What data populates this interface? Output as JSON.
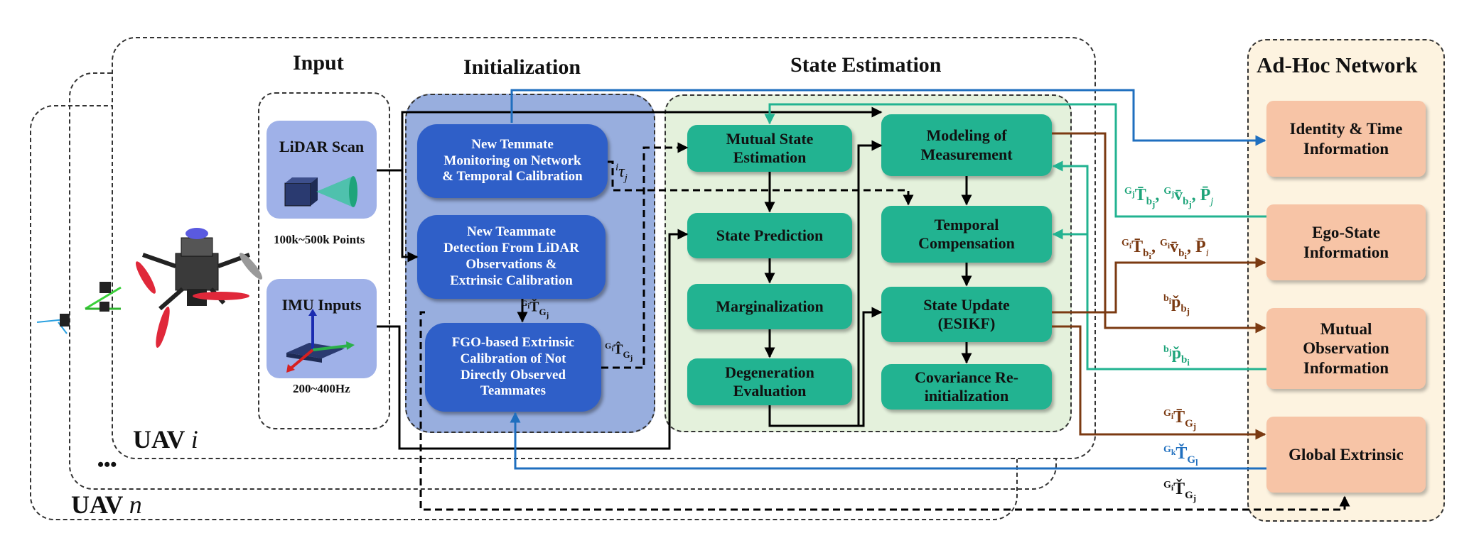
{
  "titles": {
    "input": "Input",
    "initialization": "Initialization",
    "state_estimation": "State Estimation",
    "adhoc": "Ad-Hoc Network"
  },
  "input": {
    "lidar_label": "LiDAR Scan",
    "lidar_caption": "100k~500k Points",
    "imu_label": "IMU Inputs",
    "imu_caption": "200~400Hz"
  },
  "init": {
    "box1": "New Temmate\nMonitoring on Network\n& Temporal Calibration",
    "box2": "New Teammate\nDetection From LiDAR\nObservations &\nExtrinsic Calibration",
    "box3": "FGO-based Extrinsic\nCalibration of Not\nDirectly Observed\nTeammates"
  },
  "state": {
    "mutual": "Mutual State\nEstimation",
    "prediction": "State Prediction",
    "marginalization": "Marginalization",
    "degeneration": "Degeneration\nEvaluation",
    "modeling": "Modeling of\nMeasurement",
    "temporal": "Temporal\nCompensation",
    "update": "State Update\n(ESIKF)",
    "covariance": "Covariance Re-\ninitialization"
  },
  "network": {
    "identity": "Identity & Time\nInformation",
    "ego": "Ego-State\nInformation",
    "mutual_obs": "Mutual\nObservation\nInformation",
    "global": "Global Extrinsic"
  },
  "uav": {
    "prefix_i": "UAV",
    "var_i": "i",
    "dots": "•••",
    "prefix_n": "UAV",
    "var_n": "n"
  },
  "colors": {
    "blue_box": "#2f5fc8",
    "init_bg": "#98aede",
    "state_bg": "#e4f1dc",
    "green_box": "#22b391",
    "peach_box": "#f7c4a6",
    "network_bg": "#fdf3e0",
    "arrow_blue": "#1f6fbf",
    "arrow_green": "#22b391",
    "arrow_brown": "#7b3a12",
    "arrow_black": "#000000"
  }
}
